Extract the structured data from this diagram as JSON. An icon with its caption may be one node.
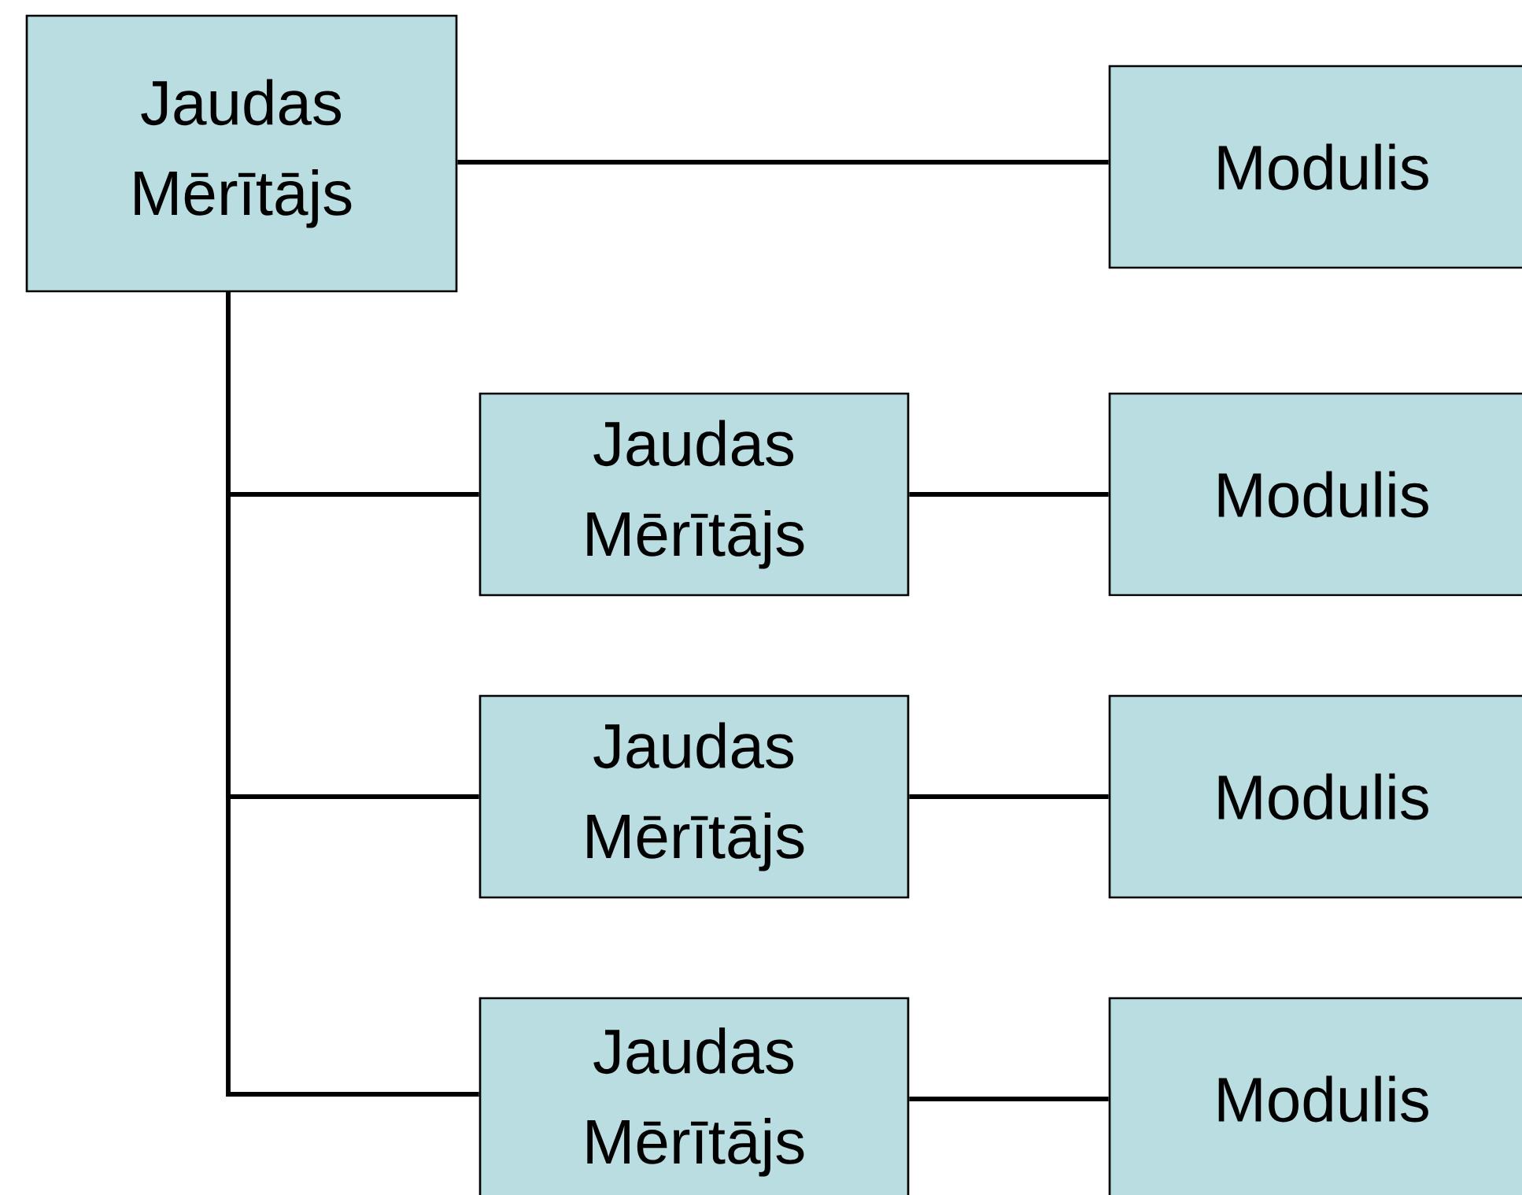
{
  "diagram": {
    "nodes": [
      {
        "text": [
          "Jaudas Mērītājs"
        ]
      },
      {
        "text": [
          "Modulis"
        ]
      },
      {
        "text": [
          "Jaudas Mērītājs"
        ]
      },
      {
        "text": [
          "Modulis"
        ]
      },
      {
        "text": [
          "Jaudas Mērītājs"
        ]
      },
      {
        "text": [
          "Modulis"
        ]
      },
      {
        "text": [
          "Jaudas Mērītājs"
        ]
      },
      {
        "text": [
          "Modulis"
        ]
      }
    ],
    "edges": [
      {
        "from": 0,
        "to": 1,
        "arrow": "none"
      },
      {
        "from": 0,
        "to": 2,
        "arrow": "none"
      },
      {
        "from": 2,
        "to": 3,
        "arrow": "none"
      },
      {
        "from": 0,
        "to": 4,
        "arrow": "none"
      },
      {
        "from": 4,
        "to": 5,
        "arrow": "none"
      },
      {
        "from": 0,
        "to": 6,
        "arrow": "none"
      },
      {
        "from": 6,
        "to": 7,
        "arrow": "none"
      }
    ]
  }
}
